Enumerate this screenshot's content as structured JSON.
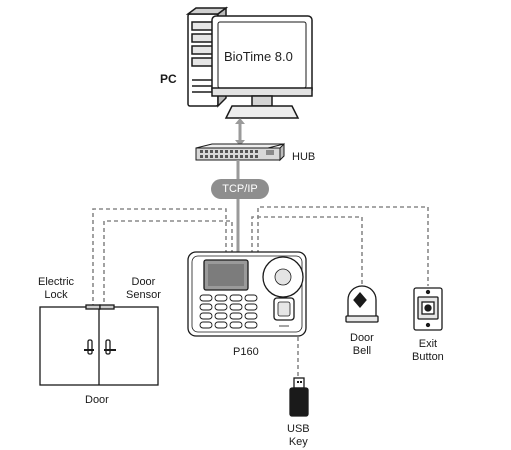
{
  "labels": {
    "pc": "PC",
    "software": "BioTime 8.0",
    "hub": "HUB",
    "protocol": "TCP/IP",
    "device": "P160",
    "door": "Door",
    "electric_lock": "Electric\nLock",
    "door_sensor": "Door\nSensor",
    "door_bell": "Door\nBell",
    "exit_button": "Exit\nButton",
    "usb_key": "USB\nKey"
  },
  "colors": {
    "line": "#1a1a1a",
    "dashed": "#8a8a8a",
    "cable": "#9a9a9a",
    "pill": "#8e8e8e",
    "hub": "#d8d8d8"
  }
}
